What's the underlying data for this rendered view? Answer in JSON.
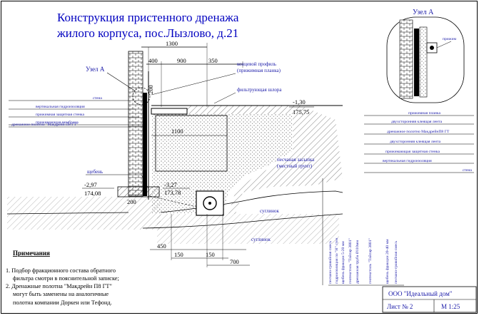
{
  "title": {
    "line1": "Конструкция пристенного дренажа",
    "line2": "жилого корпуса, пос.Лызлово, д.21"
  },
  "node_label": "Узел А",
  "node_inset_label": "Узел А",
  "dimensions": {
    "d1300": "1300",
    "d400": "400",
    "d900": "900",
    "d350": "350",
    "d200v": "200",
    "d1100": "1100",
    "d200b": "200",
    "d450": "450",
    "d150a": "150",
    "d150b": "150",
    "d700": "700"
  },
  "levels": {
    "l_top_a": "-1,30",
    "l_top_b": "175,75",
    "l_left_a": "-2,97",
    "l_left_b": "174,08",
    "l_mid_a": "-3,27",
    "l_mid_b": "173,78"
  },
  "callouts": {
    "profile_a": "концевой профиль",
    "profile_b": "(прижимная планка)",
    "backfill": "фильтрующая шлора",
    "soil_a": "песчаная засыпка",
    "soil_b": "(местный грунт)",
    "crushed": "щебень",
    "loam1": "суглинок",
    "loam2": "суглинок",
    "clamp": "прижим"
  },
  "left_layers": [
    "стена",
    "вертикальная гидроизоляция",
    "прижимная защитная стенка",
    "прижимающая мембрана",
    "дренажное полотно \"Макдрейн П8 ГТ\""
  ],
  "right_layers": [
    "прижимная планка",
    "двухсторонняя клеящая лента",
    "дренажное полотно МакдрейнП8 ГТ",
    "двухсторонняя клеящая лента",
    "прижимающая защитная стенка",
    "вертикальная гидроизоляция",
    "стена"
  ],
  "bottom_layers": [
    "песчано-гравийная смесь",
    "гидроизоляция по \"Н\" стен",
    "щебень фракции 5-20 мм",
    "геотекстиль \"Тайпар 3801\"",
    "дренажная труба Ø110мм",
    "геотекстиль \"Тайпар 3801\"",
    "щебень фракции 20-40 мм",
    "песчано-гравийная смесь"
  ],
  "notes": {
    "heading": "Примечания",
    "n1a": "1. Подбор фракционного состава обратного",
    "n1b": "фильтра смотри в пояснительной записке;",
    "n2a": "2. Дренажные полотна \"Макдрейн П8 ГТ\"",
    "n2b": "могут быть заменены на аналогичные",
    "n2c": "полотна компании Доркен или Тефонд."
  },
  "stamp": {
    "company": "ООО \"Идеальный дом\"",
    "sheet": "Лист № 2",
    "scale": "М 1:25"
  },
  "colors": {
    "title": "#0000c0",
    "labels": "#1a1aa8",
    "lines": "#000000"
  }
}
